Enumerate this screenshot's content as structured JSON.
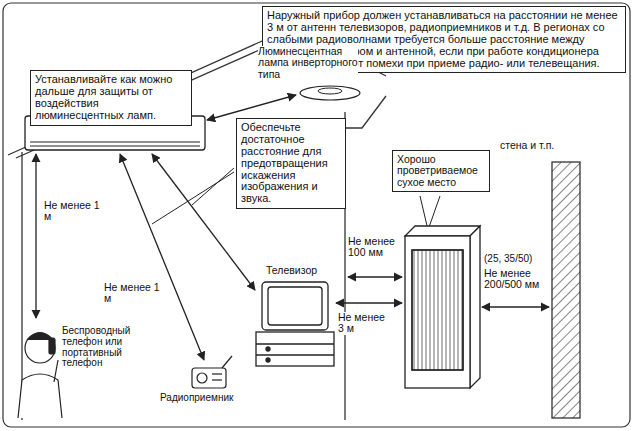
{
  "diagram": {
    "nodes": [
      {
        "text": [
          "Наружный прибор должен устанавливаться на расстоянии не менее 3 м от антенн телевизоров, радиоприемников и т.д. В регионах со слабыми радиоволнами требуется больше расстояние между наружным прибором и антенной, если при работе кондиционера воздуха возникают помехи при приеме радио- или телевещания."
        ]
      },
      {
        "text": [
          "Устанавливайте как можно дальше для защиты от воздействия люминесцентных ламп."
        ]
      },
      {
        "text": [
          "Обеспечьте достаточное расстояние для предотвращения искажения изображения и звука."
        ]
      },
      {
        "text": [
          "Хорошо проветриваемое сухое место"
        ]
      }
    ],
    "labels": [
      "Люминесцентная лампа инверторного типа",
      "Не менее 1 м",
      "Беспроводный телефон или портативный телефон",
      "Не менее 1 м",
      "Радиоприемник",
      "Телевизор",
      "Не менее 3 м",
      "Не менее 100 мм",
      "(25, 35/50)",
      "Не менее 200/500 мм",
      "стена и т.п."
    ]
  }
}
